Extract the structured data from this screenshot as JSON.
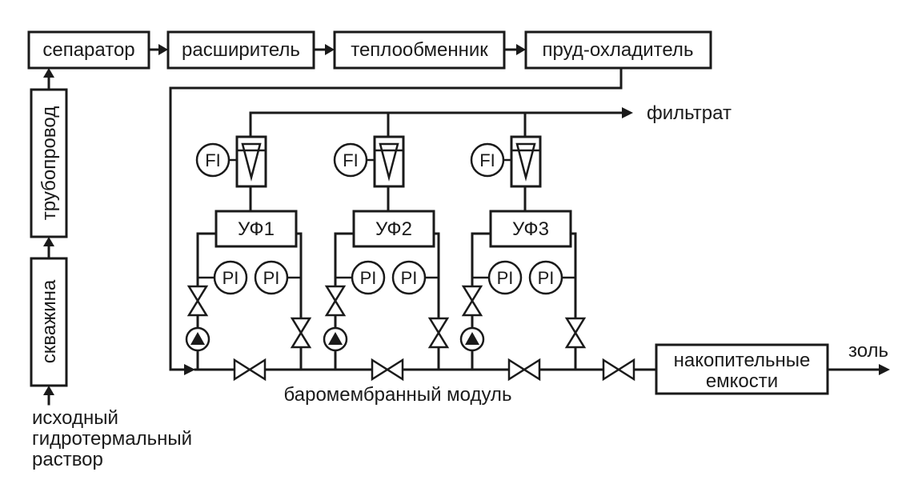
{
  "flow_top": {
    "separator": "сепаратор",
    "expander": "расширитель",
    "heat_exchanger": "теплообменник",
    "cooling_pond": "пруд-охладитель"
  },
  "left_column": {
    "pipeline": "трубопровод",
    "well": "скважина",
    "source_label": [
      "исходный",
      "гидротермальный",
      "раствор"
    ]
  },
  "filtrate_label": "фильтрат",
  "sol_label": "золь",
  "storage_tanks": [
    "накопительные",
    "емкости"
  ],
  "bottom_label": "баромембранный модуль",
  "modules": [
    {
      "uf": "УФ1",
      "fi": "FI",
      "pi_left": "PI",
      "pi_right": "PI"
    },
    {
      "uf": "УФ2",
      "fi": "FI",
      "pi_left": "PI",
      "pi_right": "PI"
    },
    {
      "uf": "УФ3",
      "fi": "FI",
      "pi_left": "PI",
      "pi_right": "PI"
    }
  ],
  "colors": {
    "stroke": "#1a1a1a",
    "background": "#ffffff"
  }
}
